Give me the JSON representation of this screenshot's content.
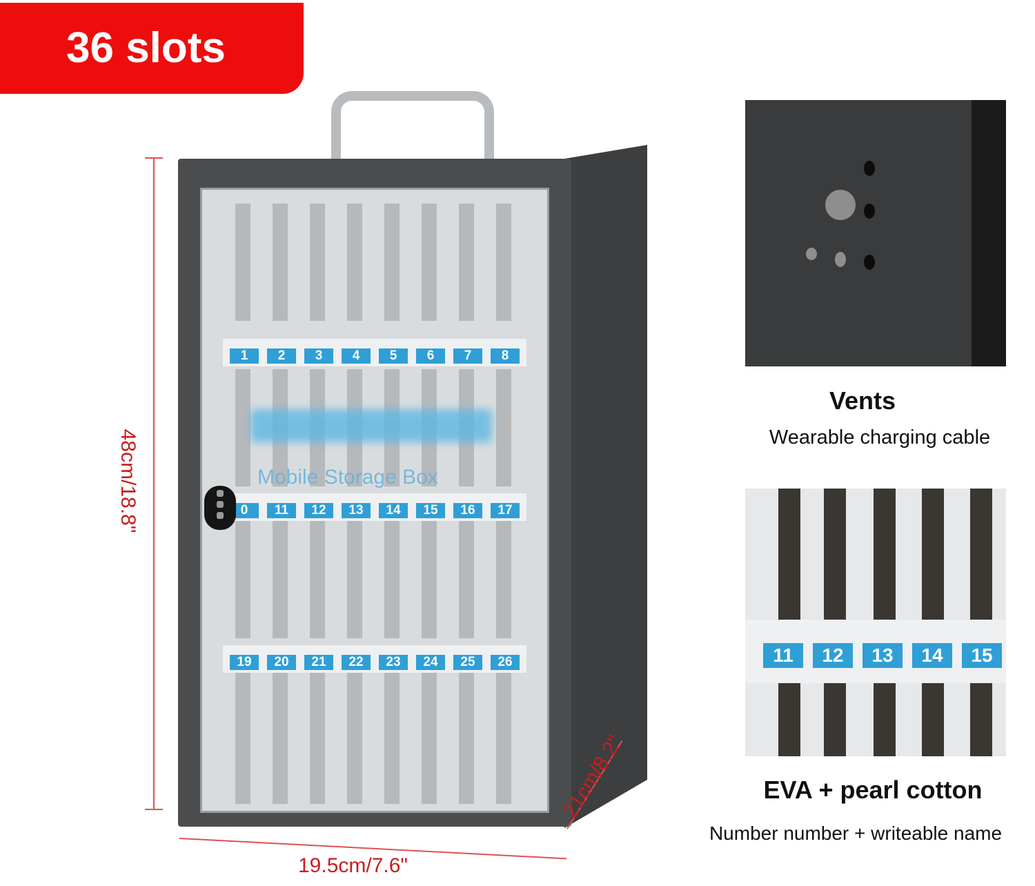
{
  "badge": {
    "text": "36 slots"
  },
  "cabinet": {
    "label": "Mobile Storage Box",
    "row1": [
      "1",
      "2",
      "3",
      "4",
      "5",
      "6",
      "7",
      "8"
    ],
    "row2": [
      "0",
      "11",
      "12",
      "13",
      "14",
      "15",
      "16",
      "17"
    ],
    "row3": [
      "19",
      "20",
      "21",
      "22",
      "23",
      "24",
      "25",
      "26"
    ]
  },
  "dimensions": {
    "height": "48cm/18.8\"",
    "width": "19.5cm/7.6\"",
    "depth": "21cm/8.2\""
  },
  "detail_vents": {
    "title": "Vents",
    "subtitle": "Wearable charging cable"
  },
  "detail_slots": {
    "tags": [
      "11",
      "12",
      "13",
      "14",
      "15"
    ],
    "title": "EVA + pearl cotton",
    "subtitle": "Number number + writeable name"
  },
  "colors": {
    "badge": "#ee0d0d",
    "tag": "#2f9fd6",
    "dimension": "#c81e1e"
  }
}
